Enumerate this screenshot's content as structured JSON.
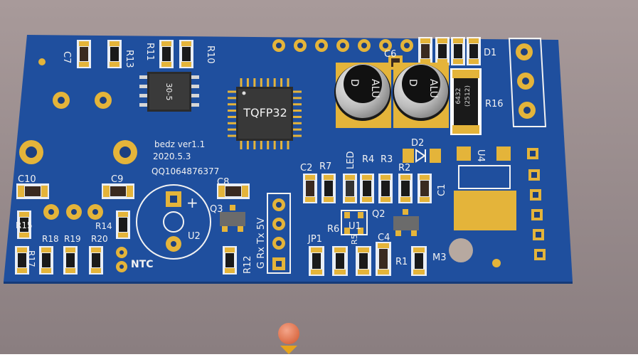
{
  "colors": {
    "background_top": "#a89999",
    "background_bottom": "#8c7f80",
    "board": "#1f4f9e",
    "board_edge": "#153a78",
    "copper": "#e4b43a",
    "silkscreen": "#f2f2f2",
    "ic_body": "#2b2b2b"
  },
  "board": {
    "labels": {
      "c7": "C7",
      "r13": "R13",
      "r11": "R11",
      "r10": "R10",
      "c6": "C6",
      "d1": "D1",
      "r16": "R16",
      "r16_body": "6432",
      "r16_body2": "(2512)",
      "cap_text": "ALU",
      "cap_text2": "D",
      "chip_soic": "30-5",
      "chip_tqfp": "TQFP32",
      "credit_name": "bedz ver1.1",
      "credit_date": "2020.5.3",
      "credit_qq": "QQ1064876377",
      "c10": "C10",
      "c9": "C9",
      "c8": "C8",
      "c2": "C2",
      "r7": "R7",
      "led": "LED",
      "r4": "R4",
      "r3": "R3",
      "r2": "R2",
      "c1": "C1",
      "d2": "D2",
      "u4": "U4",
      "r15": "R15",
      "r18": "R18",
      "r19": "R19",
      "r20": "R20",
      "r17": "R17",
      "r14": "R14",
      "u2": "U2",
      "plus": "+",
      "ntc": "NTC",
      "q3": "Q3",
      "r12": "R12",
      "header_pins": "G  Rx  Tx  5V",
      "jp1": "JP1",
      "r6": "R6",
      "r5": "R5",
      "u1": "U1",
      "q2": "Q2",
      "c4": "C4",
      "r1": "R1",
      "m3": "M3"
    }
  }
}
